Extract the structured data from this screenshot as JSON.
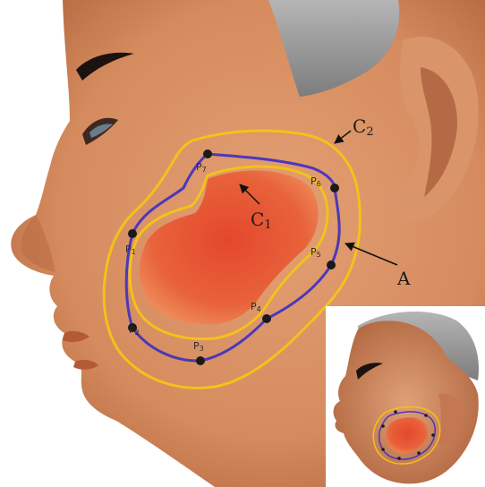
{
  "colors": {
    "skin": "#d58b5e",
    "skin_dark": "#b8683d",
    "hair": "#9a9a9a",
    "lesion": "#e8623a",
    "contour_yellow": "#f2c21a",
    "contour_blue": "#4b38b8",
    "point": "#1a1a1a"
  },
  "labels": {
    "c2": {
      "base": "C",
      "sub": "2"
    },
    "c1": {
      "base": "C",
      "sub": "1"
    },
    "a": "A"
  },
  "points": [
    {
      "id": "p1",
      "base": "P",
      "sub": "1"
    },
    {
      "id": "p2",
      "base": "P",
      "sub": "2"
    },
    {
      "id": "p3",
      "base": "P",
      "sub": "3"
    },
    {
      "id": "p4",
      "base": "P",
      "sub": "4"
    },
    {
      "id": "p5",
      "base": "P",
      "sub": "5"
    },
    {
      "id": "p6",
      "base": "P",
      "sub": "6"
    },
    {
      "id": "p7",
      "base": "P",
      "sub": "7"
    }
  ]
}
